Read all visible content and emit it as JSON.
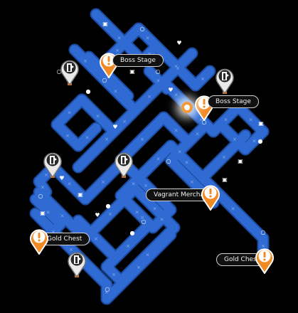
{
  "colors": {
    "background": "#000000",
    "path": "#2f6bd2",
    "path_edge": "#1c4a9e",
    "orange_marker": "#f08a24",
    "door_marker": "#e9e9e9",
    "label_bg": "#111111",
    "label_text": "#f2f2f2"
  },
  "markers": {
    "boss_stage_1": {
      "label": "Boss Stage",
      "icon": "exclamation-icon"
    },
    "boss_stage_2": {
      "label": "Boss Stage",
      "icon": "exclamation-icon"
    },
    "vagrant_merchant": {
      "label": "Vagrant Merchant",
      "icon": "exclamation-icon"
    },
    "gold_chest_1": {
      "label": "Gold Chest",
      "icon": "exclamation-icon"
    },
    "gold_chest_2": {
      "label": "Gold Chest",
      "icon": "exclamation-icon"
    },
    "door_icon": "door-icon",
    "player_icon": "player-position-icon"
  }
}
